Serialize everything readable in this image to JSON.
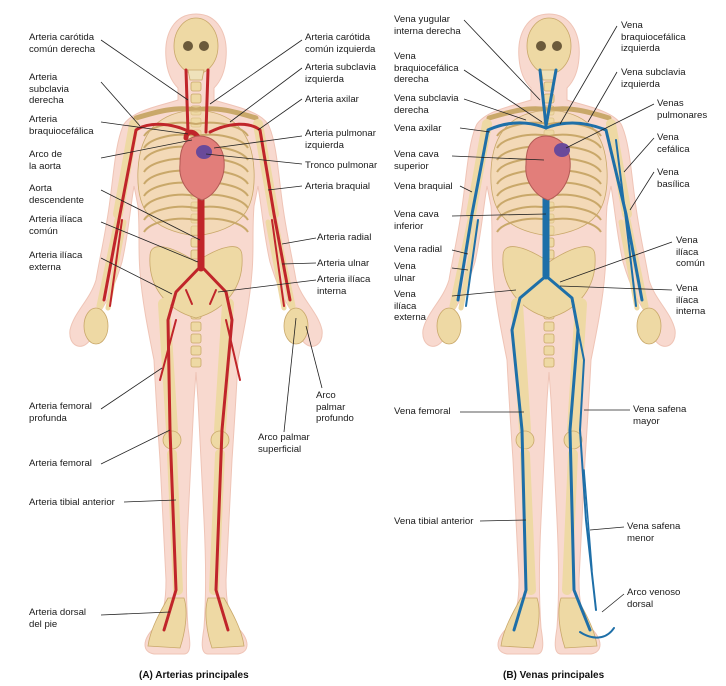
{
  "panel_a": {
    "caption": "(A)  Arterias principales",
    "labels": {
      "carotida_derecha": "Arteria carótida\ncomún derecha",
      "subclavia_derecha": "Arteria\nsubclavia\nderecha",
      "braquiocefalica": "Arteria\nbraquiocefálica",
      "arco_aorta": "Arco de\nla aorta",
      "aorta_descendente": "Aorta\ndescendente",
      "iliaca_comun": "Arteria ilíaca\ncomún",
      "iliaca_externa": "Arteria ilíaca\nexterna",
      "femoral_profunda": "Arteria femoral\nprofunda",
      "femoral": "Arteria femoral",
      "tibial_anterior": "Arteria tibial anterior",
      "dorsal_pie": "Arteria dorsal\ndel pie",
      "carotida_izquierda": "Arteria carótida\ncomún izquierda",
      "subclavia_izquierda": "Arteria subclavia\nizquierda",
      "axilar": "Arteria axilar",
      "pulmonar_izquierda": "Arteria pulmonar\nizquierda",
      "tronco_pulmonar": "Tronco pulmonar",
      "braquial": "Arteria braquial",
      "radial": "Arteria radial",
      "ulnar": "Arteria ulnar",
      "iliaca_interna": "Arteria ilíaca\ninterna",
      "arco_palmar_profundo": "Arco\npalmar\nprofundo",
      "arco_palmar_superficial": "Arco palmar\nsuperficial"
    }
  },
  "panel_b": {
    "caption": "(B)  Venas principales",
    "labels": {
      "yugular_interna": "Vena yugular\ninterna derecha",
      "braquiocefalica_derecha": "Vena\nbraquiocefálica\nderecha",
      "subclavia_derecha": "Vena subclavia\nderecha",
      "axilar": "Vena axilar",
      "cava_superior": "Vena cava\nsuperior",
      "braquial": "Vena braquial",
      "cava_inferior": "Vena cava\ninferior",
      "radial": "Vena radial",
      "ulnar": "Vena\nulnar",
      "iliaca_externa": "Vena\nilíaca\nexterna",
      "femoral": "Vena femoral",
      "tibial_anterior": "Vena tibial anterior",
      "braquiocefalica_izquierda": "Vena\nbraquiocefálica\nizquierda",
      "subclavia_izquierda": "Vena subclavia\nizquierda",
      "pulmonares": "Venas\npulmonares",
      "cefalica": "Vena\ncefálica",
      "basilica": "Vena\nbasílica",
      "iliaca_comun": "Vena\nilíaca\ncomún",
      "iliaca_interna": "Vena\nilíaca\ninterna",
      "safena_mayor": "Vena safena\nmayor",
      "safena_menor": "Vena safena\nmenor",
      "arco_venoso_dorsal": "Arco venoso\ndorsal"
    }
  },
  "colors": {
    "artery": "#c0252a",
    "vein": "#1e6fa8",
    "bone": "#eed9a4",
    "bone_edge": "#c9a86a",
    "skin": "#f8d9cf",
    "heart": "#e27e7a",
    "leader": "#222222"
  }
}
